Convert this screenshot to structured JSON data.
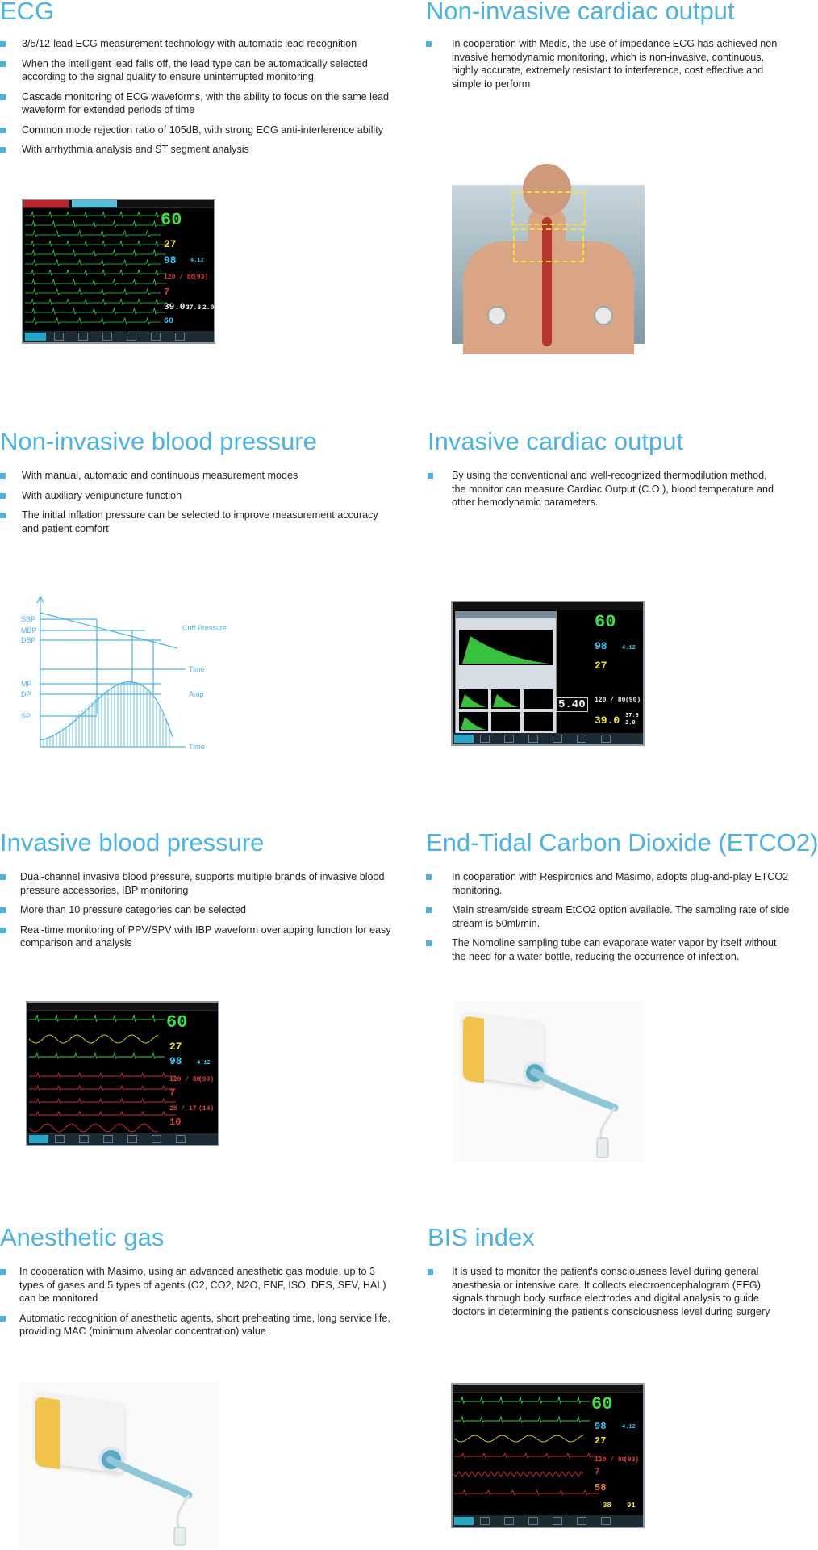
{
  "sections": {
    "ecg": {
      "title": "ECG",
      "bullets": [
        "3/5/12-lead ECG measurement technology with automatic lead recognition",
        "When the intelligent lead falls off, the lead type can be automatically selected according to the signal quality to ensure uninterrupted monitoring",
        "Cascade monitoring of ECG waveforms, with the ability to focus on the same lead waveform for extended periods of time",
        "Common mode rejection ratio of 105dB, with strong ECG anti-interference ability",
        "With arrhythmia analysis and ST segment analysis"
      ],
      "monitor": {
        "hr": "60",
        "spo2": "98",
        "pi": "4.12",
        "resp": "27",
        "nibp": "120 / 80",
        "map": "(93)",
        "val7": "7",
        "t1": "39.0",
        "t2": "37.8",
        "t3": "2.0",
        "pr": "60"
      }
    },
    "nicardiac": {
      "title": "Non-invasive cardiac output",
      "bullets": [
        "In cooperation with Medis, the use of impedance ECG has achieved non-invasive hemodynamic monitoring, which is non-invasive, continuous, highly accurate, extremely resistant to interference, cost effective and simple to perform"
      ]
    },
    "nibp": {
      "title": "Non-invasive blood pressure",
      "bullets": [
        "With manual, automatic and continuous measurement modes",
        "With auxiliary venipuncture function",
        "The initial inflation pressure can be selected to improve measurement accuracy and patient comfort"
      ],
      "diagram": {
        "labels": {
          "sbp": "SBP",
          "mbp": "MBP",
          "dbp": "DBP",
          "mp": "MP",
          "dp": "DP",
          "sp": "SP",
          "cuff": "Cuff Pressure",
          "time1": "Time",
          "amp": "Amp",
          "time2": "Time"
        },
        "color": "#4ab3e6"
      }
    },
    "icardiac": {
      "title": "Invasive cardiac output",
      "bullets": [
        "By using the conventional and well-recognized thermodilution method, the monitor can measure Cardiac Output (C.O.), blood temperature and other hemodynamic parameters."
      ],
      "monitor": {
        "hr": "60",
        "spo2": "98",
        "pi": "4.12",
        "resp": "27",
        "nibp": "120 / 80",
        "map": "(90)",
        "co": "5.40",
        "t1": "39.0",
        "t2": "37.8",
        "t3": "2.0"
      }
    },
    "ibp": {
      "title": "Invasive blood pressure",
      "bullets": [
        "Dual-channel invasive blood pressure, supports multiple brands of invasive blood pressure accessories, IBP monitoring",
        "More than 10 pressure categories can be selected",
        "Real-time monitoring of PPV/SPV with IBP waveform overlapping function for easy comparison and analysis"
      ],
      "monitor": {
        "hr": "60",
        "spo2": "98",
        "pi": "4.12",
        "resp": "27",
        "nibp": "120 / 80",
        "map": "(93)",
        "val7": "7",
        "ibp": "25 / 17",
        "ibpmap": "(14)",
        "val10": "10"
      }
    },
    "etco2": {
      "title": "End-Tidal Carbon Dioxide (ETCO2)",
      "bullets": [
        "In cooperation with Respironics and Masimo, adopts plug-and-play ETCO2 monitoring.",
        "Main stream/side stream EtCO2 option available. The sampling rate of side stream is 50ml/min.",
        "The Nomoline sampling tube can evaporate water vapor by itself without the need for a water bottle, reducing the occurrence of infection."
      ]
    },
    "gas": {
      "title": "Anesthetic gas",
      "bullets": [
        "In cooperation with Masimo, using an advanced anesthetic gas module, up to 3 types of gases and 5 types of agents (O2, CO2, N2O, ENF, ISO, DES, SEV, HAL) can be monitored",
        "Automatic recognition of anesthetic agents, short preheating time, long service life, providing MAC (minimum alveolar concentration) value"
      ]
    },
    "bis": {
      "title": "BIS index",
      "bullets": [
        "It is used to monitor the patient's consciousness level during general anesthesia or intensive care. It collects electroencephalogram (EEG) signals through body surface electrodes and digital analysis to guide doctors in determining the patient's consciousness level during surgery"
      ],
      "monitor": {
        "hr": "60",
        "spo2": "98",
        "pi": "4.12",
        "resp": "27",
        "nibp": "120 / 80",
        "map": "(93)",
        "val7": "7",
        "bis": "58",
        "t1": "38",
        "t2": "91"
      }
    }
  }
}
